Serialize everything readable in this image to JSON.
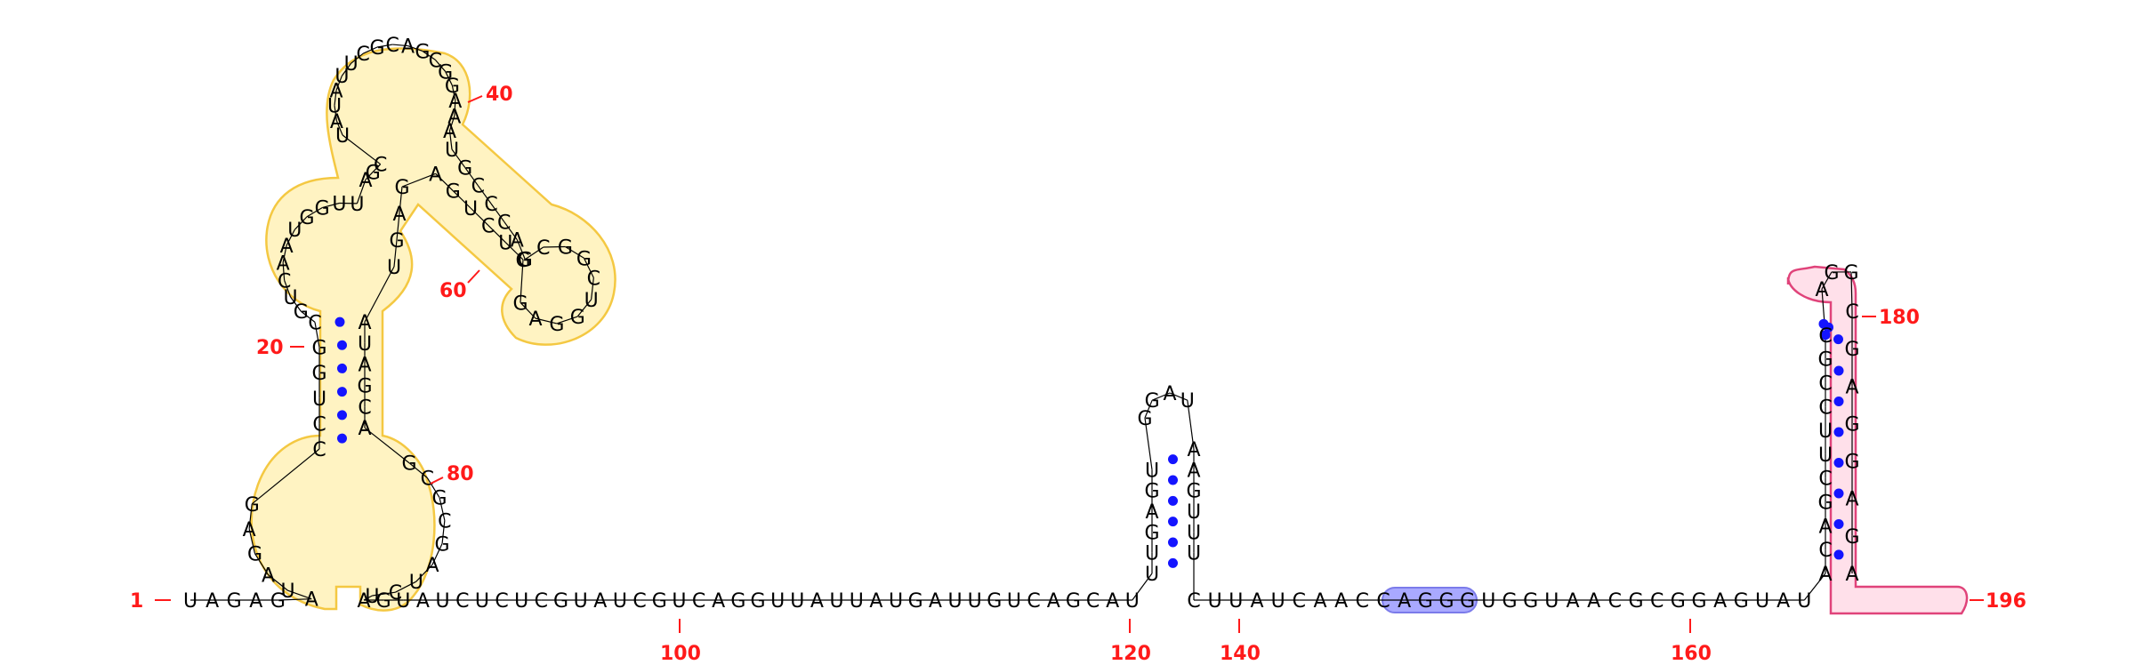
{
  "structure": {
    "sequence": "UAGAGAUAGAGCCUGGCGUCAAUGGUUAGCUAUAUUCGCAGCGGAAAUGCCCAGCGGCUGGAGGUCUGAGAGUAUAGCAGCGCGAUCUAGUAUCUCUCGUAUCGUCAGGUUAUUAUGAUUGUCAGCAUUUGAGUGGAUAAGUUUCUUAUCAACCAGGGUGGUAACGCGGAGUAUACAGCUUCCGCAGGCGAGGAGAUUUUUA",
    "length": 196,
    "position_labels": [
      "1",
      "20",
      "40",
      "60",
      "80",
      "100",
      "120",
      "140",
      "160",
      "180",
      "196"
    ],
    "highlight_colors": {
      "yellow": "#f4c842",
      "blue": "#7b7bea",
      "pink": "#e0437a",
      "pair_dot": "#1414ff",
      "label": "#ff1a1a"
    }
  },
  "labels": {
    "n1": "1",
    "n20": "20",
    "n40": "40",
    "n60": "60",
    "n80": "80",
    "n100": "100",
    "n120": "120",
    "n140": "140",
    "n160": "160",
    "n180": "180",
    "n196": "196"
  }
}
